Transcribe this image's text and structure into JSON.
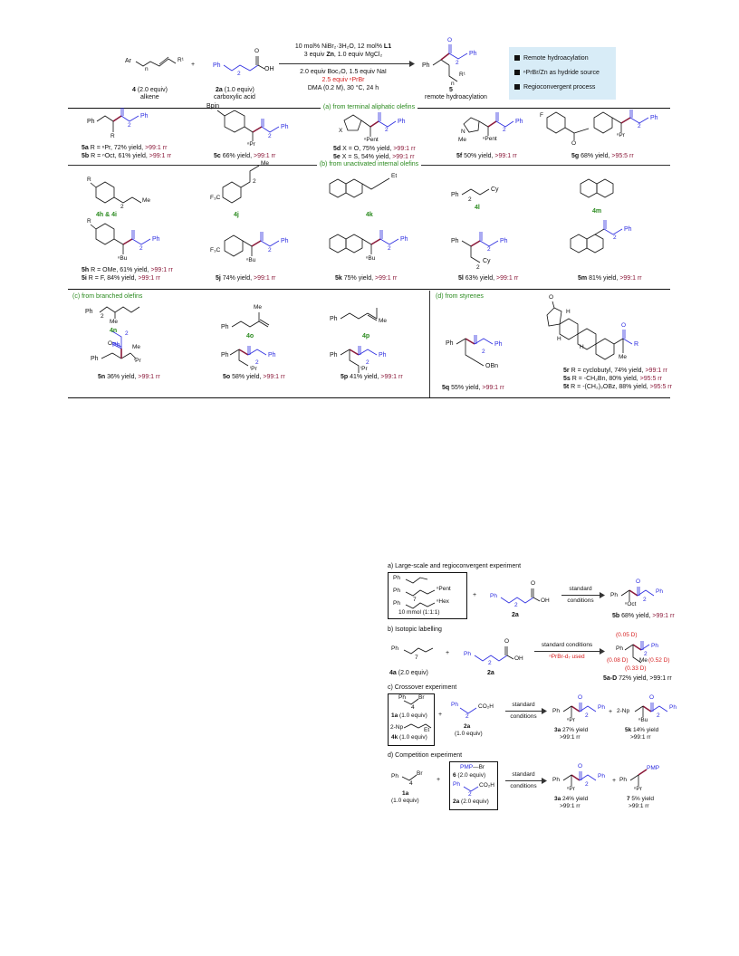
{
  "top": {
    "reactant1": {
      "label_id": "4",
      "label_rest": " (2.0 equiv)",
      "name": "alkene",
      "ar": "Ar",
      "r1": "R¹",
      "n": "n"
    },
    "plus": "+",
    "reactant2": {
      "label_id": "2a",
      "label_rest": " (1.0 equiv)",
      "name": "carboxylic acid",
      "ph": "Ph",
      "sub": "2",
      "oh": "OH",
      "o": "O"
    },
    "conditions": {
      "line1": "10 mol% NiBr₂·3H₂O, 12 mol% ",
      "line1_bold": "L1",
      "line2a": "3 equiv ",
      "line2b": "Zn",
      "line2c": ", 1.0 equiv MgCl₂",
      "line3": "2.0 equiv Boc₂O, 1.5 equiv NaI",
      "line4": "2.5 equiv ⁿPrBr",
      "line5": "DMA (0.2 M), 30 °C, 24 h"
    },
    "product": {
      "label_id": "5",
      "name": "remote hydroacylation",
      "ph": "Ph",
      "ph2": "Ph",
      "sub": "2",
      "r1": "R¹",
      "n": "n",
      "o": "O"
    },
    "legend": [
      "Remote hydroacylation",
      "ⁿPrBr/Zn as hydride source",
      "Regioconvergent process"
    ]
  },
  "sections": {
    "a": "(a) from terminal aliphatic olefins",
    "b": "(b) from unactivated internal olefins",
    "c": "(c) from branched olefins",
    "d": "(d) from styrenes"
  },
  "row_a": [
    {
      "id": "5a",
      "text": " R = ⁿPr, 72% yield, ",
      "rr": ">99:1 rr"
    },
    {
      "id": "5b",
      "text": " R = ⁿOct, 61% yield, ",
      "rr": ">99:1 rr"
    },
    {
      "id": "5c",
      "text": " 66% yield, ",
      "rr": ">99:1 rr"
    },
    {
      "id": "5d",
      "text": " X = O, 75% yield, ",
      "rr": ">99:1 rr"
    },
    {
      "id": "5e",
      "text": " X = S, 54% yield, ",
      "rr": ">99:1 rr"
    },
    {
      "id": "5f",
      "text": " 50% yield, ",
      "rr": ">99:1 rr"
    },
    {
      "id": "5g",
      "text": " 68% yield, ",
      "rr": ">95:5 rr"
    }
  ],
  "row_a_struct": {
    "ph": "Ph",
    "r": "R",
    "bpin": "Bpin",
    "npr": "ⁿPr",
    "x": "X",
    "npent": "ⁿPent",
    "n": "N",
    "me": "Me",
    "f": "F",
    "o": "O",
    "sub": "2"
  },
  "row_b_alkenes": {
    "4h4i": "4h & 4i",
    "4j": "4j",
    "4k": "4k",
    "4l": "4l",
    "4m": "4m",
    "r": "R",
    "me": "Me",
    "f3c": "F₃C",
    "et": "Et",
    "ph": "Ph",
    "cy": "Cy",
    "sub": "2"
  },
  "row_b": [
    {
      "id": "5h",
      "text": " R = OMe, 61% yield, ",
      "rr": ">99:1 rr"
    },
    {
      "id": "5i",
      "text": " R = F, 84% yield, ",
      "rr": ">99:1 rr"
    },
    {
      "id": "5j",
      "text": " 74% yield, ",
      "rr": ">99:1 rr"
    },
    {
      "id": "5k",
      "text": " 75% yield, ",
      "rr": ">99:1 rr"
    },
    {
      "id": "5l",
      "text": " 63% yield, ",
      "rr": ">99:1 rr"
    },
    {
      "id": "5m",
      "text": " 81% yield, ",
      "rr": ">99:1 rr"
    }
  ],
  "row_b_struct": {
    "nbu": "ⁿBu",
    "ph": "Ph",
    "cy": "Cy",
    "sub": "2",
    "o": "O"
  },
  "row_c_alkenes": {
    "4n": "4n",
    "4o": "4o",
    "4p": "4p",
    "ph": "Ph",
    "me": "Me",
    "sub": "2"
  },
  "row_c": [
    {
      "id": "5n",
      "text": " 36% yield, ",
      "rr": ">99:1 rr"
    },
    {
      "id": "5o",
      "text": " 58% yield, ",
      "rr": ">99:1 rr"
    },
    {
      "id": "5p",
      "text": " 41% yield, ",
      "rr": ">99:1 rr"
    }
  ],
  "row_c_struct": {
    "ph": "Ph",
    "me": "Me",
    "ipr": "ⁱPr",
    "sub": "2",
    "o": "O"
  },
  "row_d": {
    "q": {
      "id": "5q",
      "text": " 55% yield, ",
      "rr": ">99:1 rr"
    },
    "obn": "OBn",
    "ph": "Ph",
    "sub": "2",
    "o": "O",
    "h": "H",
    "r": "R",
    "me": "Me",
    "items": [
      {
        "id": "5r",
        "text": " R = cyclobutyl, 74% yield, ",
        "rr": ">99:1 rr"
      },
      {
        "id": "5s",
        "text": " R = -CH₂Bn, 80% yield, ",
        "rr": ">95:5 rr"
      },
      {
        "id": "5t",
        "text": " R = -(CH₂)₃OBz, 88% yield, ",
        "rr": ">95:5 rr"
      }
    ]
  },
  "mech": {
    "a": {
      "title": "a) Large-scale and regioconvergent experiment",
      "box_pent": "ⁿPent",
      "box_hex": "ⁿHex",
      "box_scale": "10 mmol (1:1:1)",
      "ph": "Ph",
      "sub7": "7",
      "sub2": "2",
      "oh": "OH",
      "o": "O",
      "plus": "+",
      "acid_label": "2a",
      "arrow_top": "standard",
      "arrow_bottom": "conditions",
      "oct": "ⁿOct",
      "prod_id": "5b",
      "prod_text": " 68% yield, ",
      "prod_rr": ">99:1 rr"
    },
    "b": {
      "title": "b) Isotopic labelling",
      "ph": "Ph",
      "sub7": "7",
      "sub2": "2",
      "oh": "OH",
      "o": "O",
      "plus": "+",
      "alkene_label_id": "4a",
      "alkene_label_rest": " (2.0 equiv)",
      "acid_label": "2a",
      "arrow_top": "standard conditions",
      "arrow_bottom": "ⁿPrBr-d₇ used",
      "d1": "(0.05 D)",
      "d2": "(0.52 D)",
      "d3": "(0.08 D)",
      "d4": "(0.33 D)",
      "me": "Me",
      "prod_id": "5a-D",
      "prod_text": " 72% yield, >99:1 rr"
    },
    "c": {
      "title": "c) Crossover experiment",
      "ph": "Ph",
      "br": "Br",
      "sub4": "4",
      "sub2": "2",
      "co2h": "CO₂H",
      "plus": "+",
      "np": "2-Np",
      "et": "Et",
      "r1_id": "1a",
      "r1_rest": " (1.0 equiv)",
      "r2_id": "4k",
      "r2_rest": " (1.0 equiv)",
      "acid_id": "2a",
      "acid_rest": "(1.0 equiv)",
      "arrow_top": "standard",
      "arrow_bottom": "conditions",
      "npr": "ⁿPr",
      "nbu": "ⁿBu",
      "o": "O",
      "p1_id": "3a",
      "p1_text": " 27% yield",
      "p1_rr": ">99:1 rr",
      "p2_id": "5k",
      "p2_text": " 14% yield",
      "p2_rr": ">99:1 rr"
    },
    "d": {
      "title": "d) Competition experiment",
      "ph": "Ph",
      "br": "Br",
      "sub4": "4",
      "sub2": "2",
      "co2h": "CO₂H",
      "pmp": "PMP",
      "plus": "+",
      "r1_id": "1a",
      "r1_rest": "(1.0 equiv)",
      "box1_id": "6",
      "box1_rest": " (2.0 equiv)",
      "box2_id": "2a",
      "box2_rest": " (2.0 equiv)",
      "arrow_top": "standard",
      "arrow_bottom": "conditions",
      "npr": "ⁿPr",
      "o": "O",
      "p1_id": "3a",
      "p1_text": " 24% yield",
      "p1_rr": ">99:1 rr",
      "p2_id": "7",
      "p2_text": " 5% yield",
      "p2_rr": ">99:1 rr"
    }
  }
}
